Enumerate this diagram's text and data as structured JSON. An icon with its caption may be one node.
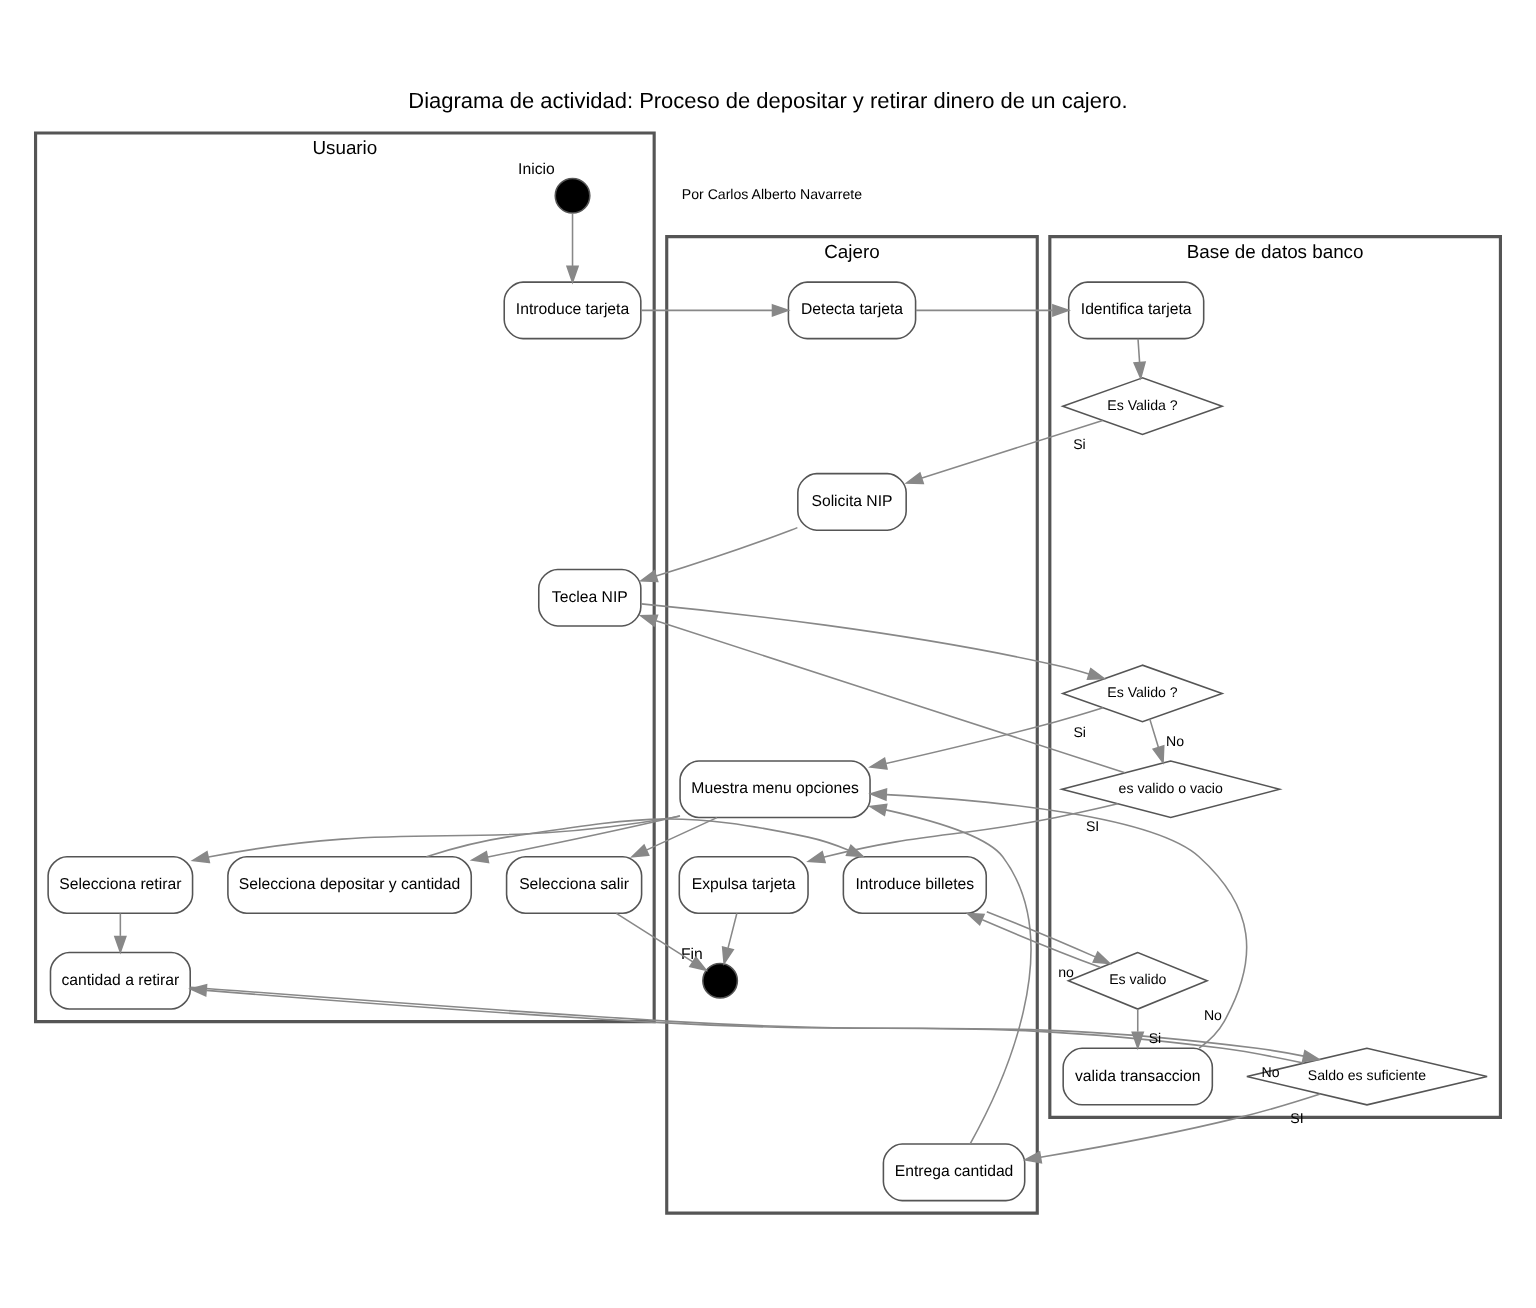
{
  "diagram": {
    "title": "Diagrama de actividad: Proceso de depositar y retirar dinero de un cajero.",
    "nodes": [
      {
        "text": [
          "Usuario"
        ]
      },
      {
        "text": [
          "Cajero"
        ]
      },
      {
        "text": [
          "Base de datos banco"
        ]
      },
      {
        "text": [
          "Inicio"
        ],
        "in": 0
      },
      {
        "text": [
          "Introduce tarjeta"
        ],
        "in": 0
      },
      {
        "text": [
          "Teclea NIP"
        ],
        "in": 0
      },
      {
        "text": [
          "Selecciona retirar"
        ],
        "in": 0
      },
      {
        "text": [
          "cantidad a retirar"
        ],
        "in": 0
      },
      {
        "text": [
          "Selecciona depositar y cantidad"
        ],
        "in": 0
      },
      {
        "text": [
          "Selecciona salir"
        ],
        "in": 0
      },
      {
        "text": [
          "Detecta tarjeta"
        ],
        "in": 1
      },
      {
        "text": [
          "Solicita NIP"
        ],
        "in": 1
      },
      {
        "text": [
          "Muestra menu opciones"
        ],
        "in": 1
      },
      {
        "text": [
          "Entrega cantidad"
        ],
        "in": 1
      },
      {
        "text": [
          "Introduce billetes"
        ],
        "in": 1
      },
      {
        "text": [
          "Expulsa tarjeta"
        ],
        "in": 1
      },
      {
        "text": [
          "Fin"
        ],
        "in": 1
      },
      {
        "text": [
          "Identifica tarjeta"
        ],
        "in": 2
      },
      {
        "text": [
          "Es Valida ?"
        ],
        "in": 2
      },
      {
        "text": [
          "Es Valido ?"
        ],
        "in": 2
      },
      {
        "text": [
          "es valido o vacio"
        ],
        "in": 2
      },
      {
        "text": [
          "Saldo es suficiente"
        ],
        "in": 2
      },
      {
        "text": [
          "valida transaccion"
        ],
        "in": 2
      },
      {
        "text": [
          "Es valido"
        ],
        "in": 2
      }
    ],
    "edges": [
      {
        "from": 3,
        "to": 4,
        "arrow": "to"
      },
      {
        "from": 4,
        "to": 10,
        "arrow": "to"
      },
      {
        "from": 10,
        "to": 17,
        "arrow": "to"
      },
      {
        "from": 17,
        "to": 18,
        "arrow": "to"
      },
      {
        "from": 18,
        "to": 11,
        "arrow": "to",
        "label": "Si"
      },
      {
        "from": 11,
        "to": 5,
        "arrow": "to"
      },
      {
        "from": 5,
        "to": 19,
        "arrow": "to"
      },
      {
        "from": 19,
        "to": 12,
        "arrow": "to",
        "label": "Si"
      },
      {
        "from": 19,
        "to": 20,
        "arrow": "to",
        "label": "No"
      },
      {
        "from": 20,
        "to": 5,
        "arrow": "to"
      },
      {
        "from": 12,
        "to": 6,
        "arrow": "to"
      },
      {
        "from": 12,
        "to": 8,
        "arrow": "to"
      },
      {
        "from": 12,
        "to": 9,
        "arrow": "to"
      },
      {
        "from": 6,
        "to": 7,
        "arrow": "to"
      },
      {
        "from": 7,
        "to": 21,
        "arrow": "to"
      },
      {
        "from": 21,
        "to": 13,
        "arrow": "to",
        "label": "SI"
      },
      {
        "from": 21,
        "to": 7,
        "arrow": "to",
        "label": "No"
      },
      {
        "from": 13,
        "to": 12,
        "arrow": "to"
      },
      {
        "from": 8,
        "to": 14,
        "arrow": "to"
      },
      {
        "from": 14,
        "to": 23,
        "arrow": "to"
      },
      {
        "from": 23,
        "to": 14,
        "arrow": "to",
        "label": "no"
      },
      {
        "from": 23,
        "to": 22,
        "arrow": "to",
        "label": "Si"
      },
      {
        "from": 22,
        "to": 12,
        "arrow": "to",
        "label": "No"
      },
      {
        "from": 20,
        "to": 15,
        "arrow": "to",
        "label": "SI"
      },
      {
        "from": 9,
        "to": 16,
        "arrow": "to"
      },
      {
        "from": 15,
        "to": 16,
        "arrow": "to"
      }
    ],
    "labels": [
      "Por Carlos Alberto Navarrete"
    ]
  }
}
